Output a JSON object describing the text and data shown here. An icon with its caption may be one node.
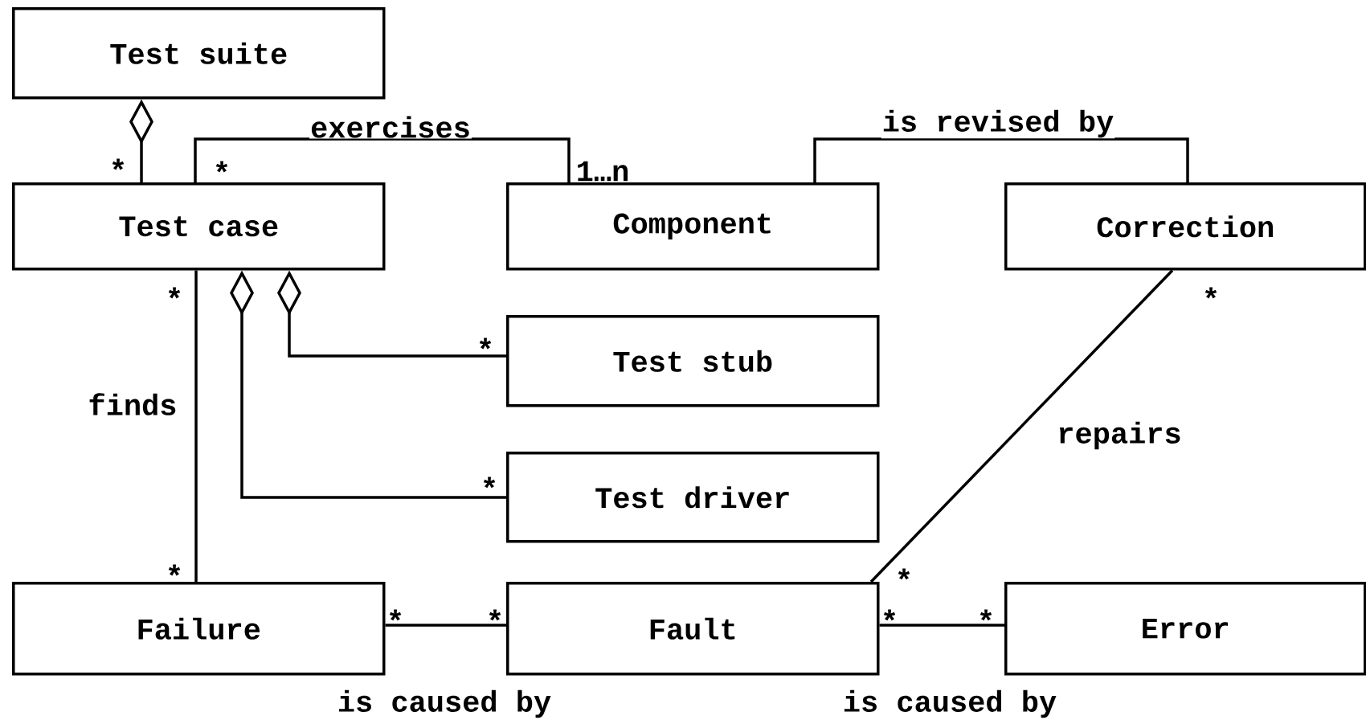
{
  "diagram": {
    "nodes": [
      {
        "text": [
          "Test suite"
        ]
      },
      {
        "text": [
          "Test case"
        ]
      },
      {
        "text": [
          "Component"
        ]
      },
      {
        "text": [
          "Correction"
        ]
      },
      {
        "text": [
          "Test stub"
        ]
      },
      {
        "text": [
          "Test driver"
        ]
      },
      {
        "text": [
          "Failure"
        ]
      },
      {
        "text": [
          "Fault"
        ]
      },
      {
        "text": [
          "Error"
        ]
      }
    ],
    "edges": [
      {
        "from": 0,
        "to": 1,
        "arrow": "other"
      },
      {
        "from": 1,
        "to": 2,
        "arrow": "none",
        "label": "exercises"
      },
      {
        "from": 2,
        "to": 3,
        "arrow": "none",
        "label": "is revised by"
      },
      {
        "from": 1,
        "to": 4,
        "arrow": "other"
      },
      {
        "from": 1,
        "to": 5,
        "arrow": "other"
      },
      {
        "from": 1,
        "to": 6,
        "arrow": "none",
        "label": "finds"
      },
      {
        "from": 3,
        "to": 7,
        "arrow": "none",
        "label": "repairs"
      },
      {
        "from": 6,
        "to": 7,
        "arrow": "none",
        "label": "is caused by"
      },
      {
        "from": 7,
        "to": 8,
        "arrow": "none",
        "label": "is caused by"
      }
    ],
    "labels": [
      "*",
      "*",
      "1…n",
      "*",
      "*",
      "*",
      "*",
      "*",
      "*",
      "*",
      "*",
      "*",
      "*"
    ]
  }
}
